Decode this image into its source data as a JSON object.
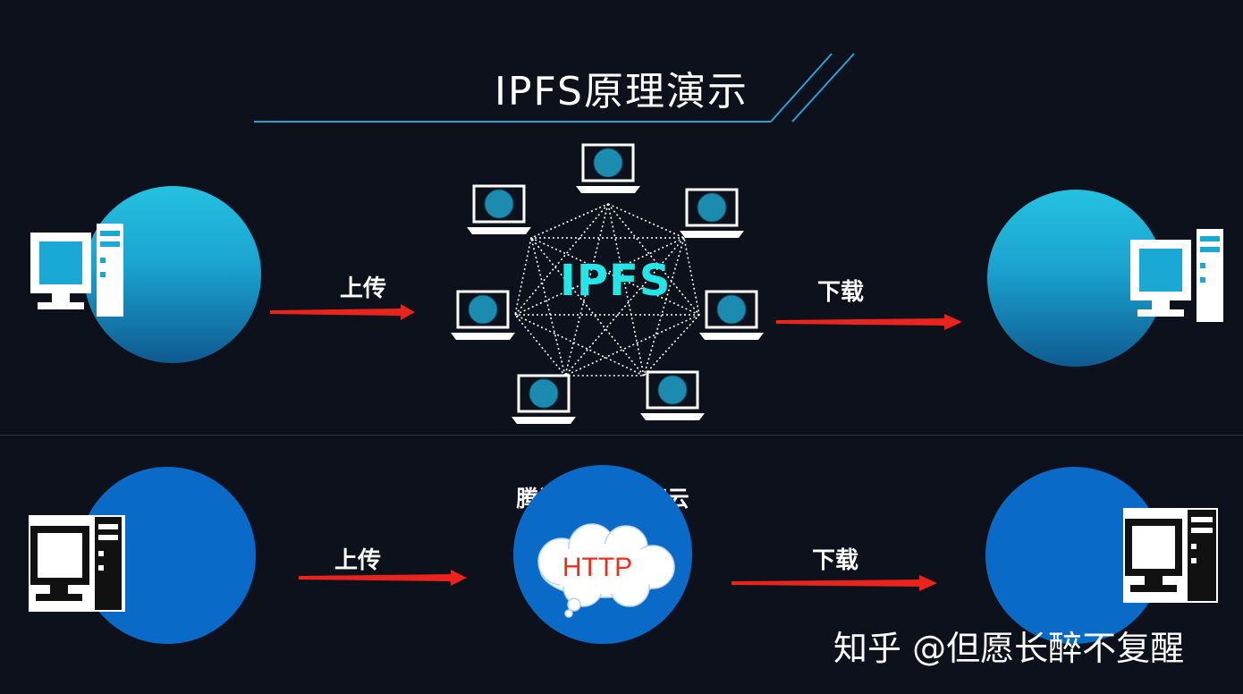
{
  "title": "IPFS原理演示",
  "top_section": {
    "upload_label": "上传",
    "download_label": "下载",
    "network_label": "IPFS"
  },
  "bottom_section": {
    "upload_label": "上传",
    "download_label": "下载",
    "cloud_providers_label": "腾讯/阿里/百度云",
    "protocol_label": "HTTP"
  },
  "watermark": "知乎 @但愿长醉不复醒",
  "colors": {
    "background": "#0c111b",
    "ipfs_text": "#24e6e6",
    "arrow": "#e8241c",
    "http_text": "#e8301f",
    "top_circle": "#25c1e0",
    "bottom_circle": "#0a6ac8",
    "title_line": "#2a9fd6"
  }
}
